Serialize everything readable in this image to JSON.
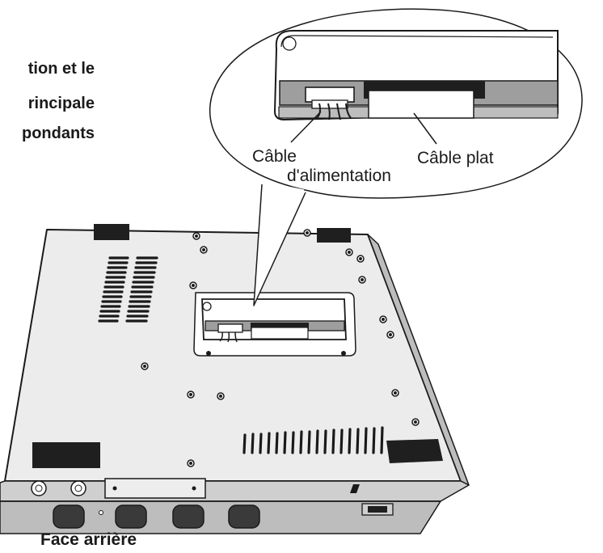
{
  "instruction": {
    "line1": "tion et le",
    "line2": "rincipale",
    "line3": "pondants"
  },
  "callout": {
    "power_cable_line1": "Câble",
    "power_cable_line2": "d'alimentation",
    "flat_cable": "Câble plat"
  },
  "footer": {
    "caption": "Face arrière"
  },
  "colors": {
    "line": "#1a1a1a",
    "chassis_top": "#ededed",
    "chassis_front": "#c4c4c4",
    "panel_dark": "#262626",
    "foot": "#1f1f1f"
  }
}
